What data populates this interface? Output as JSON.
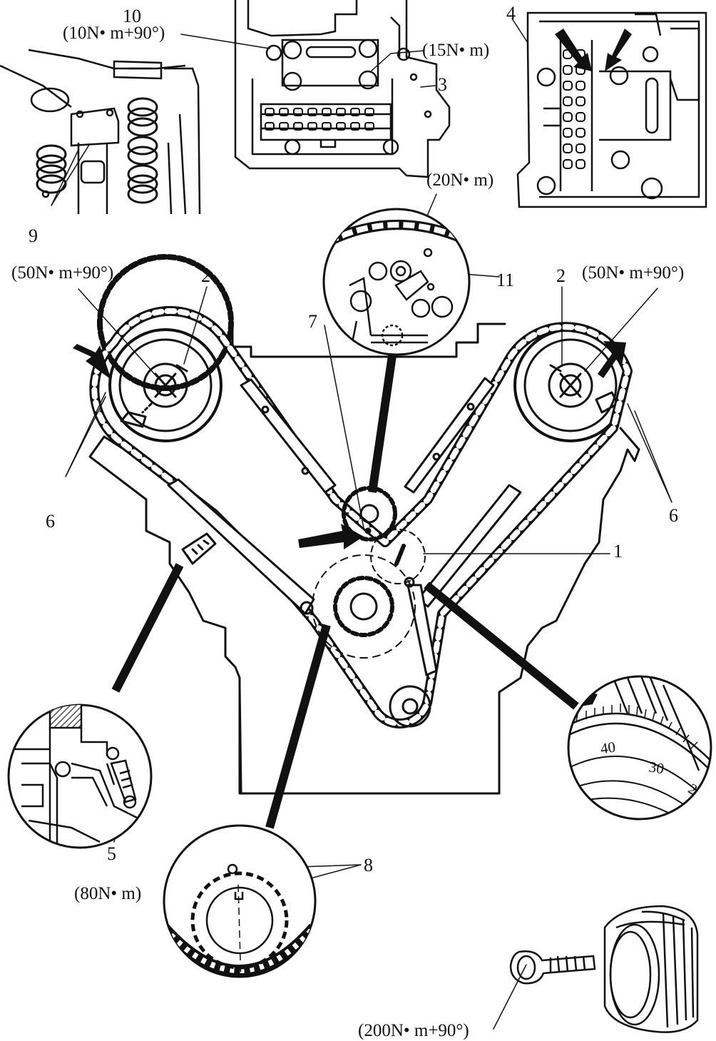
{
  "colors": {
    "ink": "#111111",
    "paper": "#ffffff",
    "hatch": "#555555"
  },
  "labels": {
    "callout_1": "1",
    "callout_2_left": "2",
    "callout_2_right": "2",
    "callout_3": "3",
    "callout_4": "4",
    "callout_5": "5",
    "callout_6_left": "6",
    "callout_6_right": "6",
    "callout_7": "7",
    "callout_8": "8",
    "callout_9": "9",
    "callout_10": "10",
    "callout_11": "11"
  },
  "torques": {
    "t10": "(10N• m+90°)",
    "t15": "(15N• m)",
    "t20": "(20N• m)",
    "t50_left": "(50N• m+90°)",
    "t50_right": "(50N• m+90°)",
    "t80": "(80N• m)",
    "t200": "(200N• m+90°)"
  },
  "dial": {
    "mark_40": "40",
    "mark_30": "30",
    "mark_2": "2"
  },
  "icons": {
    "arrows": [
      "arrow-icon-top-right-left",
      "arrow-icon-top-right-right",
      "arrow-icon-left-sprocket",
      "arrow-icon-right-sprocket",
      "arrow-icon-center",
      "arrow-icon-dial"
    ]
  }
}
